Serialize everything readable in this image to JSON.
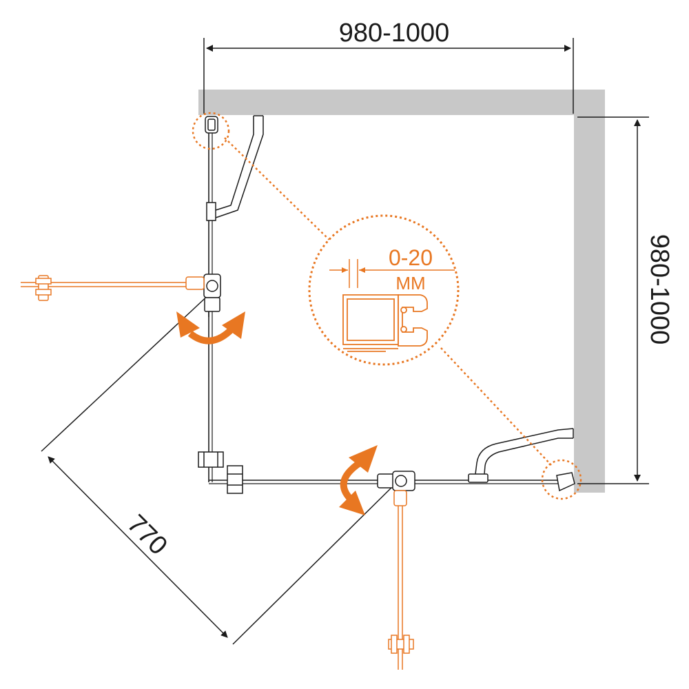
{
  "dimensions": {
    "width_label": "980-1000",
    "depth_label": "980-1000",
    "door_opening_label": "770"
  },
  "callout": {
    "adjustment_range": "0-20",
    "unit": "MM"
  },
  "colors": {
    "wall": "#c8c8c8",
    "accent": "#e87722",
    "line": "#1a1a1a"
  },
  "icons": {
    "left_door_rotation": "curved-double-arrow-icon",
    "front_door_rotation": "curved-double-arrow-icon",
    "wall_profile_left": "profile-detail-icon",
    "wall_profile_right": "profile-detail-icon"
  }
}
